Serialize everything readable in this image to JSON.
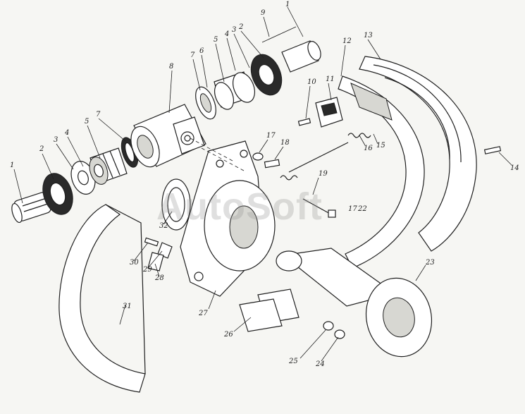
{
  "watermark": "AutoSoft",
  "callouts": [
    {
      "id": "c1a",
      "text": "1"
    },
    {
      "id": "c2a",
      "text": "2"
    },
    {
      "id": "c3a",
      "text": "3"
    },
    {
      "id": "c4a",
      "text": "4"
    },
    {
      "id": "c5a",
      "text": "5"
    },
    {
      "id": "c7a",
      "text": "7"
    },
    {
      "id": "c8",
      "text": "8"
    },
    {
      "id": "c7b",
      "text": "7"
    },
    {
      "id": "c6",
      "text": "6"
    },
    {
      "id": "c5b",
      "text": "5"
    },
    {
      "id": "c4b",
      "text": "4"
    },
    {
      "id": "c3b",
      "text": "3"
    },
    {
      "id": "c2b",
      "text": "2"
    },
    {
      "id": "c9",
      "text": "9"
    },
    {
      "id": "c1b",
      "text": "1"
    },
    {
      "id": "c13",
      "text": "13"
    },
    {
      "id": "c12",
      "text": "12"
    },
    {
      "id": "c11",
      "text": "11"
    },
    {
      "id": "c10",
      "text": "10"
    },
    {
      "id": "c17a",
      "text": "17"
    },
    {
      "id": "c18",
      "text": "18"
    },
    {
      "id": "c16",
      "text": "16"
    },
    {
      "id": "c15",
      "text": "15"
    },
    {
      "id": "c14",
      "text": "14"
    },
    {
      "id": "c19",
      "text": "19"
    },
    {
      "id": "c17b",
      "text": "17"
    },
    {
      "id": "c22",
      "text": "22"
    },
    {
      "id": "c32",
      "text": "32"
    },
    {
      "id": "c30",
      "text": "30"
    },
    {
      "id": "c29",
      "text": "29"
    },
    {
      "id": "c28",
      "text": "28"
    },
    {
      "id": "c31",
      "text": "31"
    },
    {
      "id": "c27",
      "text": "27"
    },
    {
      "id": "c26",
      "text": "26"
    },
    {
      "id": "c23",
      "text": "23"
    },
    {
      "id": "c25",
      "text": "25"
    },
    {
      "id": "c24",
      "text": "24"
    }
  ]
}
